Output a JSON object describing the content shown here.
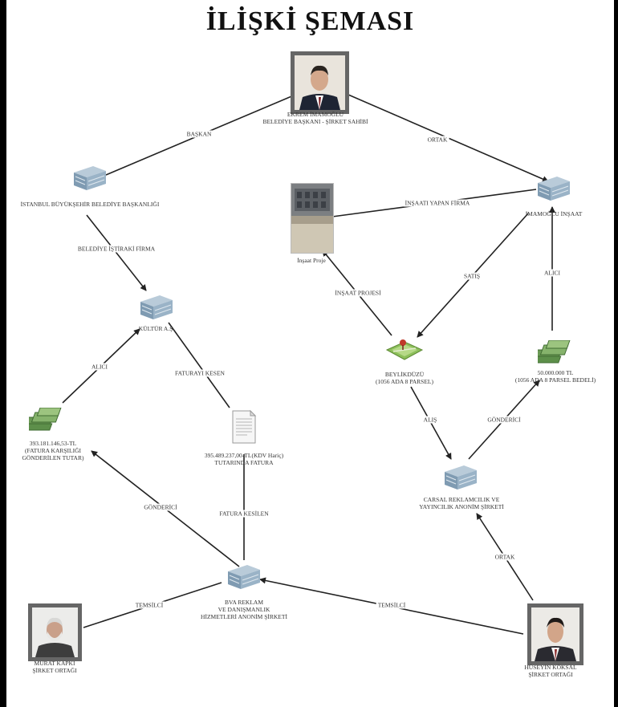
{
  "title": "İLİŞKİ ŞEMASI",
  "nodes": {
    "ekrem": {
      "name": "EKREM İMAMOĞLU",
      "role": "BELEDİYE BAŞKANI - ŞİRKET SAHİBİ"
    },
    "ibb": {
      "name": "İSTANBUL BÜYÜKŞEHİR BELEDİYE BAŞKANLIĞI"
    },
    "imamoglu_insaat": {
      "name": "İMAMOĞLU İNŞAAT"
    },
    "insaat_photo": {
      "name": "İnşaat Proje"
    },
    "kultur": {
      "name": "KÜLTÜR A.Ş."
    },
    "beylikduzu": {
      "name": "BEYLİKDÜZÜ",
      "detail": "(1056 ADA 8 PARSEL)"
    },
    "amount_right": {
      "amount": "50.000.000 TL",
      "detail": "(1056 ADA 8 PARSEL BEDELİ)"
    },
    "amount_left": {
      "amount": "393.181.146,53-TL",
      "detail1": "(FATURA KARŞILIĞI",
      "detail2": "GÖNDERİLEN TUTAR)"
    },
    "invoice": {
      "amount": "395.489.237,00-TL(KDV Hariç)",
      "detail": "TUTARINDA FATURA"
    },
    "carsal": {
      "line1": "CARSAL REKLAMCILIK VE",
      "line2": "YAYINCILIK ANONİM ŞİRKETİ"
    },
    "bva": {
      "line1": "BVA REKLAM",
      "line2": "VE DANIŞMANLIK",
      "line3": "HİZMETLERİ ANONİM ŞİRKETİ"
    },
    "murat": {
      "name": "MURAT KAPKI",
      "role": "ŞİRKET ORTAĞI"
    },
    "huseyin": {
      "name": "HÜSEYİN KÖKSAL",
      "role": "ŞİRKET ORTAĞI"
    }
  },
  "edges": {
    "baskan": "BAŞKAN",
    "ortak_top": "ORTAK",
    "insaati_yapan": "İNŞAATI YAPAN FİRMA",
    "belediye_istiraki": "BELEDİYE İŞTİRAKİ FİRMA",
    "satis": "SATIŞ",
    "alici_right": "ALICI",
    "insaat_projesi": "İNŞAAT PROJESİ",
    "alici_left": "ALICI",
    "faturayi_kesen": "FATURAYI KESEN",
    "alis": "ALIŞ",
    "gonderici_right": "GÖNDERİCİ",
    "gonderici_left": "GÖNDERİCİ",
    "fatura_kesilen": "FATURA KESİLEN",
    "ortak_bottom": "ORTAK",
    "temsilci_left": "TEMSİLCİ",
    "temsilci_right": "TEMSİLCİ"
  },
  "colors": {
    "arrow": "#222222",
    "building": "#8aa6bd",
    "money": "#5d8f4a",
    "frame": "#666666"
  }
}
